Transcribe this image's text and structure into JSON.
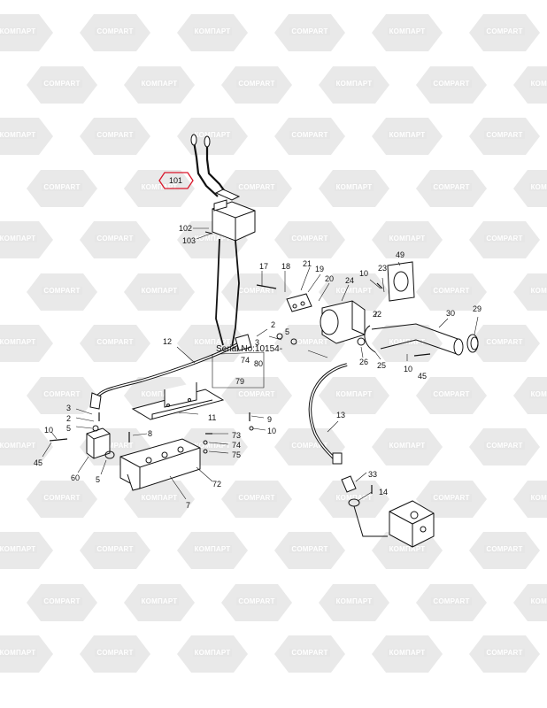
{
  "watermark": {
    "brand_latin": "COMPART",
    "brand_cyrillic": "КОМПАРТ",
    "color": "#8a8a8a"
  },
  "highlight": {
    "label": "101",
    "color": "#d9162a"
  },
  "serial_note": "Serial No:10154-",
  "callouts": {
    "c101": "101",
    "c102": "102",
    "c103": "103",
    "c17": "17",
    "c18": "18",
    "c21": "21",
    "c19": "19",
    "c20": "20",
    "c24": "24",
    "c10a": "10",
    "c23": "23",
    "c49": "49",
    "c22": "22",
    "c30": "30",
    "c29": "29",
    "c2a": "2",
    "c5a": "5",
    "c3a": "3",
    "c26": "26",
    "c25": "25",
    "c10b": "10",
    "c45a": "45",
    "c12": "12",
    "c74": "74",
    "c80": "80",
    "c79": "79",
    "c11": "11",
    "c9": "9",
    "c10c": "10",
    "c13": "13",
    "c3b": "3",
    "c2b": "2",
    "c5b": "5",
    "c8": "8",
    "c73": "73",
    "c74b": "74",
    "c75": "75",
    "c10d": "10",
    "c45b": "45",
    "c60": "60",
    "c5c": "5",
    "c72": "72",
    "c7": "7",
    "c33": "33",
    "c14": "14"
  }
}
